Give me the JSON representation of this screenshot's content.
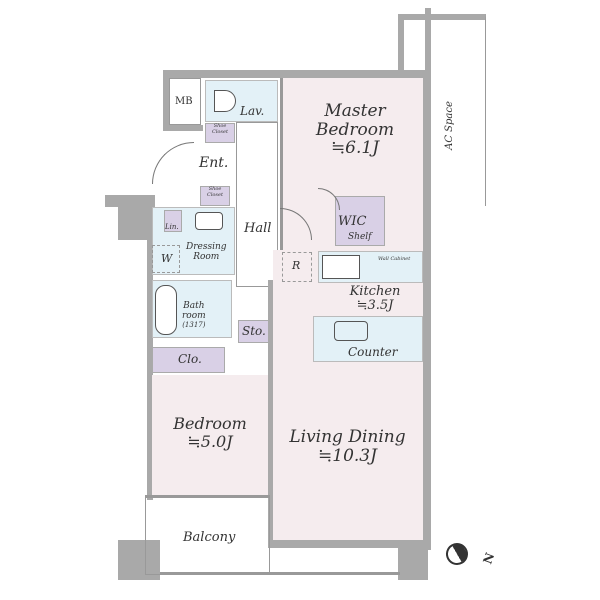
{
  "rooms": {
    "master_bedroom": {
      "name_line1": "Master",
      "name_line2": "Bedroom",
      "size": "≒6.1J"
    },
    "bedroom": {
      "name": "Bedroom",
      "size": "≒5.0J"
    },
    "living_dining": {
      "name": "Living Dining",
      "size": "≒10.3J"
    },
    "kitchen": {
      "name": "Kitchen",
      "size": "≒3.5J"
    },
    "hall": "Hall",
    "entrance": "Ent.",
    "lavatory": "Lav.",
    "meter_box": "MB",
    "shoe_closet_1": "Shoe Closet",
    "shoe_closet_2": "Shoe Closet",
    "linen": "Lin.",
    "washer": "W",
    "dressing_line1": "Dressing",
    "dressing_line2": "Room",
    "bath_line1": "Bath",
    "bath_line2": "room",
    "bath_size": "(1317)",
    "storage": "Sto.",
    "closet": "Clo.",
    "wic": "WIC",
    "wic_shelf": "Shelf",
    "refrigerator": "R",
    "wall_cabinet": "Wall Cabinet",
    "counter": "Counter",
    "balcony": "Balcony",
    "ac_space": "AC Space"
  },
  "compass": {
    "label": "N"
  },
  "colors": {
    "room": "#f5ecee",
    "wet": "#e3f1f7",
    "storage": "#d9d0e6",
    "wall": "#a9a9a9"
  }
}
